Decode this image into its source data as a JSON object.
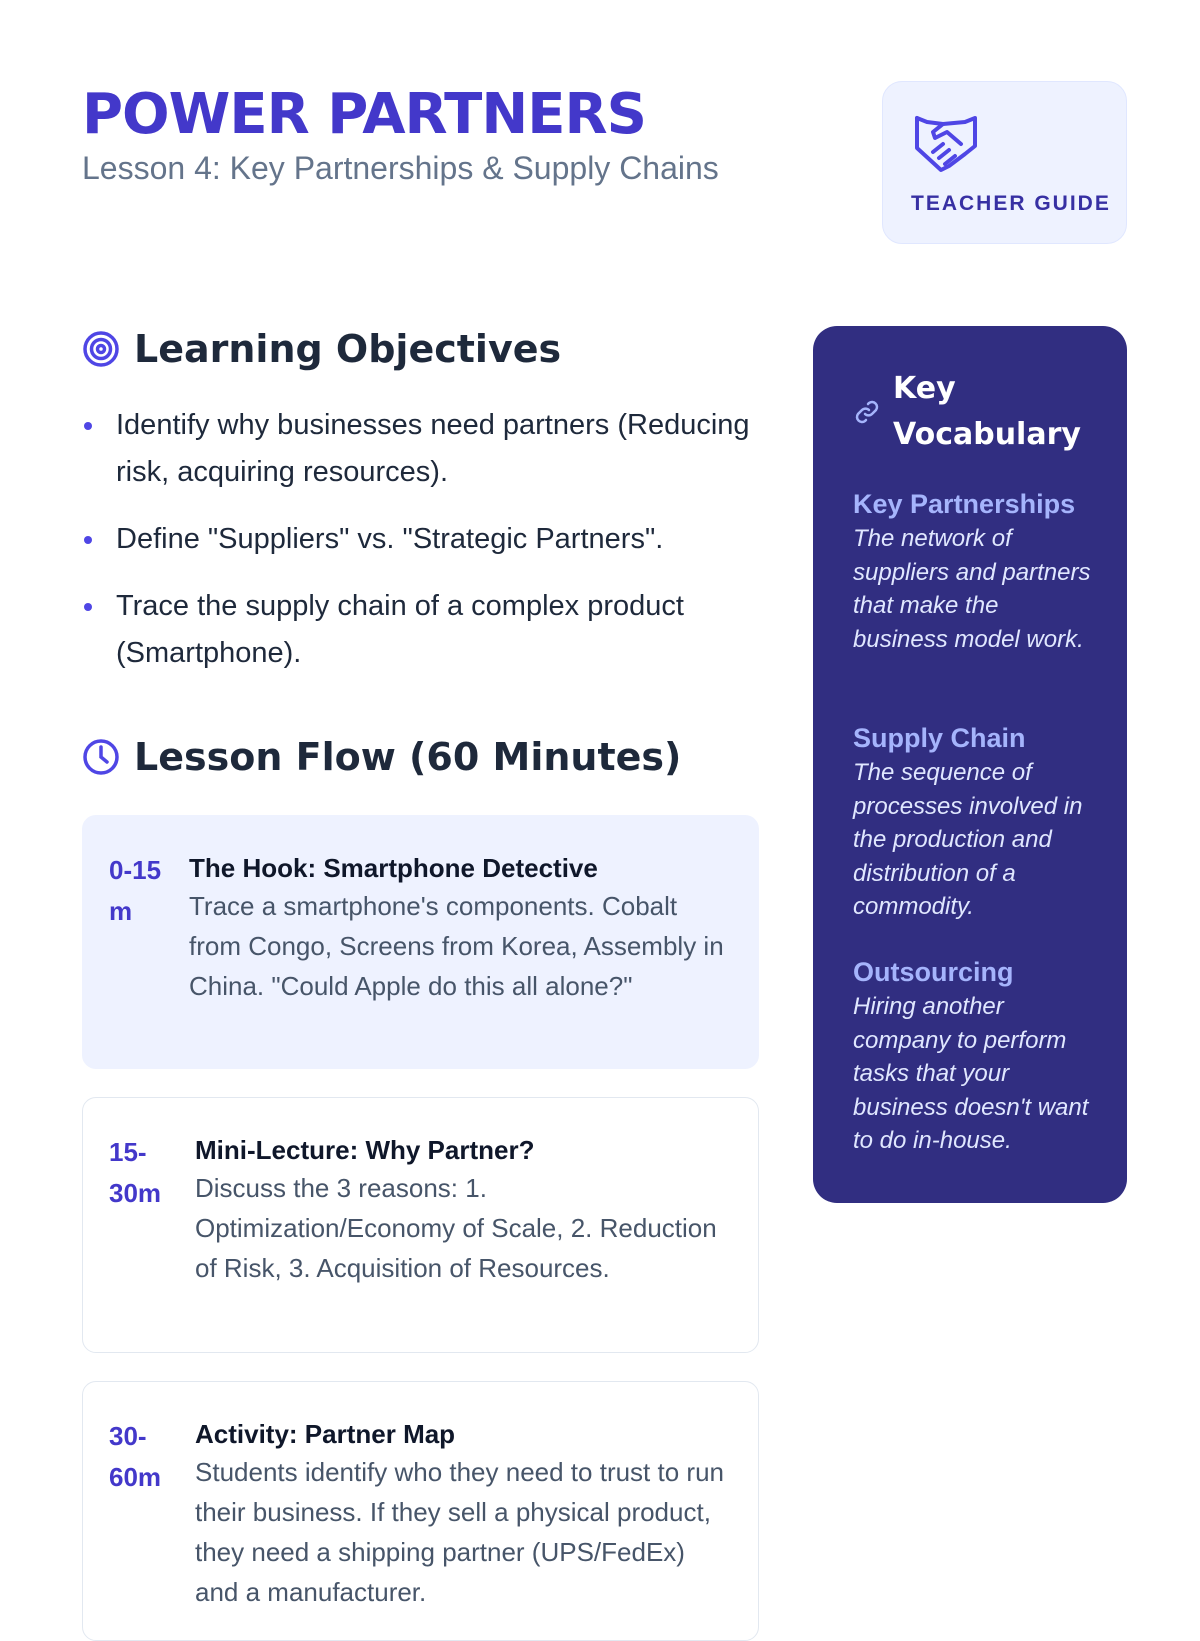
{
  "header": {
    "title": "POWER PARTNERS",
    "subtitle": "Lesson 4: Key Partnerships & Supply Chains",
    "badge": "TEACHER GUIDE"
  },
  "objectives": {
    "heading": "Learning Objectives",
    "items": [
      "Identify why businesses need partners (Reducing risk, acquiring resources).",
      "Define \"Suppliers\" vs. \"Strategic Partners\".",
      "Trace the supply chain of a complex product (Smartphone)."
    ]
  },
  "flow": {
    "heading": "Lesson Flow (60 Minutes)",
    "steps": [
      {
        "time": "0-15m",
        "title": "The Hook: Smartphone Detective",
        "desc": "Trace a smartphone's components. Cobalt from Congo, Screens from Korea, Assembly in China. \"Could Apple do this all alone?\""
      },
      {
        "time": "15-30m",
        "title": "Mini-Lecture: Why Partner?",
        "desc": "Discuss the 3 reasons: 1. Optimization/Economy of Scale, 2. Reduction of Risk, 3. Acquisition of Resources."
      },
      {
        "time": "30-60m",
        "title": "Activity: Partner Map",
        "desc": "Students identify who they need to trust to run their business. If they sell a physical product, they need a shipping partner (UPS/FedEx) and a manufacturer."
      }
    ]
  },
  "vocab": {
    "heading": "Key Vocabulary",
    "terms": [
      {
        "name": "Key Partnerships",
        "def": "The network of suppliers and partners that make the business model work."
      },
      {
        "name": "Supply Chain",
        "def": "The sequence of processes involved in the production and distribution of a commodity."
      },
      {
        "name": "Outsourcing",
        "def": "Hiring another company to perform tasks that your business doesn't want to do in-house."
      }
    ]
  },
  "colors": {
    "accent": "#4338ca",
    "vocab_bg": "#312e81",
    "highlight_bg": "#eef2ff"
  }
}
